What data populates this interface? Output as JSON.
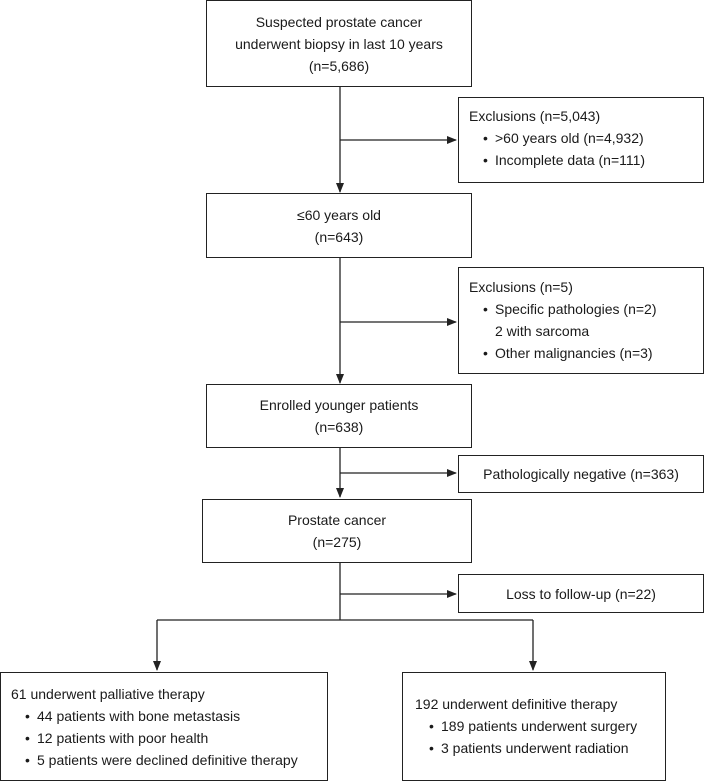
{
  "boxes": {
    "suspected": {
      "line1": "Suspected prostate cancer",
      "line2": "underwent biopsy in last 10 years",
      "line3": "(n=5,686)"
    },
    "exclusions1": {
      "title": "Exclusions (n=5,043)",
      "items": [
        ">60 years old (n=4,932)",
        "Incomplete data (n=111)"
      ]
    },
    "age60": {
      "line1": "≤60 years old",
      "line2": "(n=643)"
    },
    "exclusions2": {
      "title": "Exclusions (n=5)",
      "item1": "Specific pathologies (n=2)",
      "item1_sub": "2 with sarcoma",
      "item2": "Other malignancies (n=3)"
    },
    "enrolled": {
      "line1": "Enrolled younger patients",
      "line2": "(n=638)"
    },
    "negative": {
      "text": "Pathologically negative (n=363)"
    },
    "cancer": {
      "line1": "Prostate cancer",
      "line2": "(n=275)"
    },
    "lost": {
      "text": "Loss to follow-up (n=22)"
    },
    "palliative": {
      "title": "61 underwent palliative therapy",
      "items": [
        "44 patients with bone metastasis",
        "12 patients with poor health",
        "5 patients were declined definitive therapy"
      ]
    },
    "definitive": {
      "title": "192 underwent definitive therapy",
      "items": [
        "189 patients underwent surgery",
        "3 patients underwent radiation"
      ]
    }
  },
  "colors": {
    "line": "#222222",
    "box_border": "#222222",
    "text": "#1a1a1a"
  }
}
